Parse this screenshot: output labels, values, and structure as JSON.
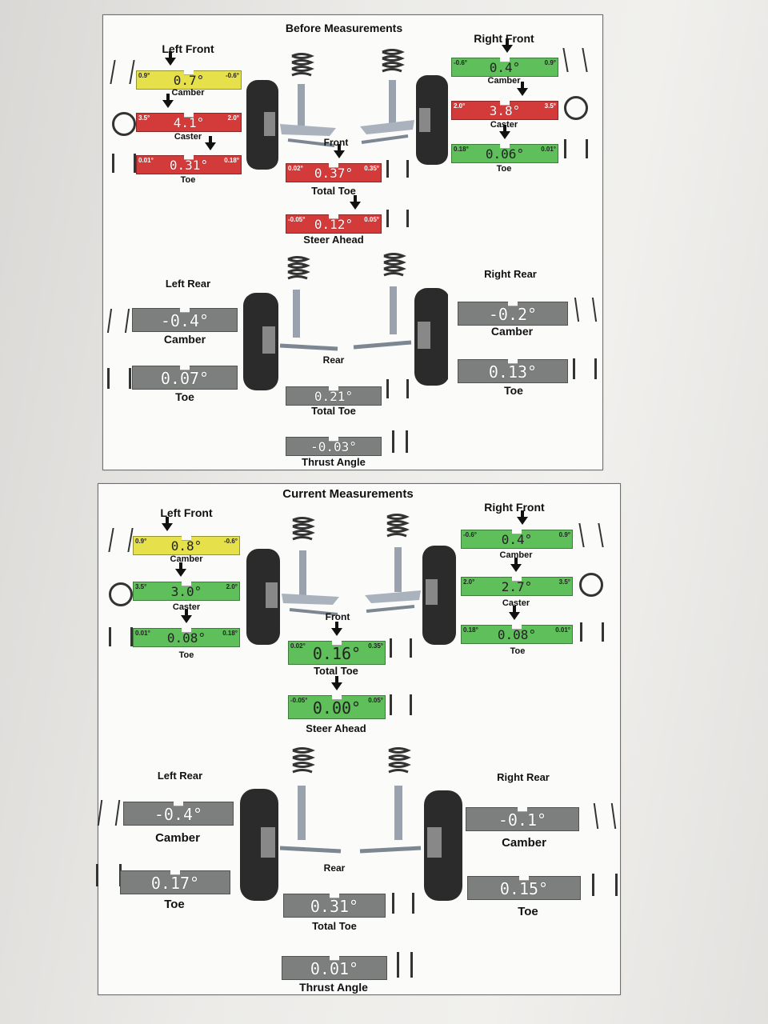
{
  "colors": {
    "yellow": "#e6e04a",
    "red": "#d33b3b",
    "green": "#5fbf5a",
    "gray": "#7d7e7e"
  },
  "before": {
    "title": "Before Measurements",
    "left_front": {
      "heading": "Left Front",
      "camber": {
        "label": "Camber",
        "value": "0.7°",
        "min": "0.9°",
        "max": "-0.6°",
        "status": "yellow"
      },
      "caster": {
        "label": "Caster",
        "value": "4.1°",
        "min": "3.5°",
        "max": "2.0°",
        "status": "red"
      },
      "toe": {
        "label": "Toe",
        "value": "0.31°",
        "min": "0.01°",
        "max": "0.18°",
        "status": "red"
      }
    },
    "right_front": {
      "heading": "Right Front",
      "camber": {
        "label": "Camber",
        "value": "0.4°",
        "min": "-0.6°",
        "max": "0.9°",
        "status": "green"
      },
      "caster": {
        "label": "Caster",
        "value": "3.8°",
        "min": "2.0°",
        "max": "3.5°",
        "status": "red"
      },
      "toe": {
        "label": "Toe",
        "value": "0.06°",
        "min": "0.18°",
        "max": "0.01°",
        "status": "green"
      }
    },
    "front": {
      "label": "Front",
      "total_toe": {
        "label": "Total Toe",
        "value": "0.37°",
        "min": "0.02°",
        "max": "0.35°",
        "status": "red"
      },
      "steer_ahead": {
        "label": "Steer Ahead",
        "value": "0.12°",
        "min": "-0.05°",
        "max": "0.05°",
        "status": "red"
      }
    },
    "left_rear": {
      "heading": "Left Rear",
      "camber": {
        "label": "Camber",
        "value": "-0.4°",
        "status": "gray"
      },
      "toe": {
        "label": "Toe",
        "value": "0.07°",
        "status": "gray"
      }
    },
    "right_rear": {
      "heading": "Right Rear",
      "camber": {
        "label": "Camber",
        "value": "-0.2°",
        "status": "gray"
      },
      "toe": {
        "label": "Toe",
        "value": "0.13°",
        "status": "gray"
      }
    },
    "rear": {
      "label": "Rear",
      "total_toe": {
        "label": "Total Toe",
        "value": "0.21°",
        "status": "gray"
      },
      "thrust_angle": {
        "label": "Thrust Angle",
        "value": "-0.03°",
        "status": "gray"
      }
    }
  },
  "current": {
    "title": "Current Measurements",
    "left_front": {
      "heading": "Left Front",
      "camber": {
        "label": "Camber",
        "value": "0.8°",
        "min": "0.9°",
        "max": "-0.6°",
        "status": "yellow"
      },
      "caster": {
        "label": "Caster",
        "value": "3.0°",
        "min": "3.5°",
        "max": "2.0°",
        "status": "green"
      },
      "toe": {
        "label": "Toe",
        "value": "0.08°",
        "min": "0.01°",
        "max": "0.18°",
        "status": "green"
      }
    },
    "right_front": {
      "heading": "Right Front",
      "camber": {
        "label": "Camber",
        "value": "0.4°",
        "min": "-0.6°",
        "max": "0.9°",
        "status": "green"
      },
      "caster": {
        "label": "Caster",
        "value": "2.7°",
        "min": "2.0°",
        "max": "3.5°",
        "status": "green"
      },
      "toe": {
        "label": "Toe",
        "value": "0.08°",
        "min": "0.18°",
        "max": "0.01°",
        "status": "green"
      }
    },
    "front": {
      "label": "Front",
      "total_toe": {
        "label": "Total Toe",
        "value": "0.16°",
        "min": "0.02°",
        "max": "0.35°",
        "status": "green"
      },
      "steer_ahead": {
        "label": "Steer Ahead",
        "value": "0.00°",
        "min": "-0.05°",
        "max": "0.05°",
        "status": "green"
      }
    },
    "left_rear": {
      "heading": "Left Rear",
      "camber": {
        "label": "Camber",
        "value": "-0.4°",
        "status": "gray"
      },
      "toe": {
        "label": "Toe",
        "value": "0.17°",
        "status": "gray"
      }
    },
    "right_rear": {
      "heading": "Right Rear",
      "camber": {
        "label": "Camber",
        "value": "-0.1°",
        "status": "gray"
      },
      "toe": {
        "label": "Toe",
        "value": "0.15°",
        "status": "gray"
      }
    },
    "rear": {
      "label": "Rear",
      "total_toe": {
        "label": "Total Toe",
        "value": "0.31°",
        "status": "gray"
      },
      "thrust_angle": {
        "label": "Thrust Angle",
        "value": "0.01°",
        "status": "gray"
      }
    }
  }
}
